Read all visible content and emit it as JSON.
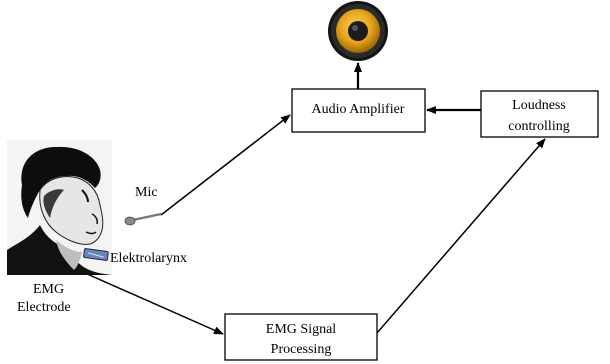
{
  "boxes": {
    "audio_amplifier": "Audio Amplifier",
    "loudness_line1": "Loudness",
    "loudness_line2": "controlling",
    "emg_line1": "EMG Signal",
    "emg_line2": "Processing"
  },
  "labels": {
    "mic": "Mic",
    "elektrolarynx": "Elektrolarynx",
    "emg_electrode_line1": "EMG",
    "emg_electrode_line2": "Electrode"
  },
  "icons": {
    "speaker": "speaker-icon",
    "person": "person-photo",
    "microphone": "microphone-icon",
    "electrolarynx": "electrolarynx-device-icon"
  },
  "colors": {
    "speaker_rim": "#1a1a1a",
    "speaker_cone": "#e7a21a",
    "line": "#000000"
  }
}
